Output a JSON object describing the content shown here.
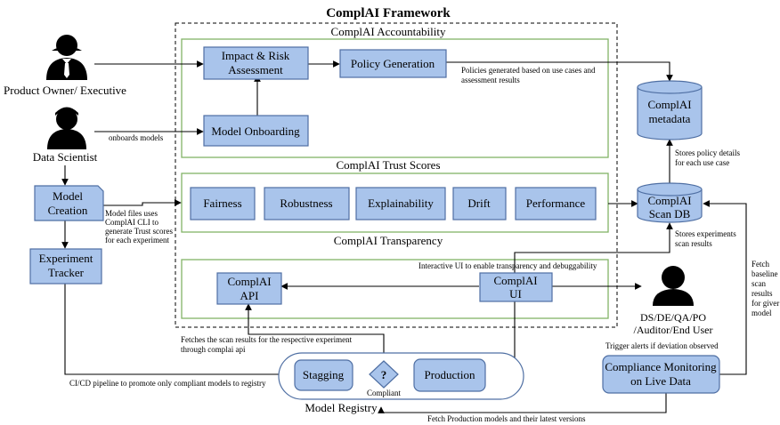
{
  "title": "ComplAI Framework",
  "sections": {
    "accountability": "ComplAI Accountability",
    "trust_scores": "ComplAI Trust Scores",
    "transparency": "ComplAI Transparency"
  },
  "actors": {
    "product_owner": "Product Owner/ Executive",
    "data_scientist": "Data Scientist",
    "end_user_line1": "DS/DE/QA/PO",
    "end_user_line2": "/Auditor/End User"
  },
  "boxes": {
    "impact_line1": "Impact & Risk",
    "impact_line2": "Assessment",
    "policy_generation": "Policy Generation",
    "model_onboarding": "Model Onboarding",
    "fairness": "Fairness",
    "robustness": "Robustness",
    "explainability": "Explainability",
    "drift": "Drift",
    "performance": "Performance",
    "api_line1": "ComplAI",
    "api_line2": "API",
    "ui_line1": "ComplAI",
    "ui_line2": "UI",
    "model_creation_line1": "Model",
    "model_creation_line2": "Creation",
    "tracker_line1": "Experiment",
    "tracker_line2": "Tracker",
    "stagging": "Stagging",
    "decision": "?",
    "compliant": "Compliant",
    "production": "Production",
    "registry": "Model Registry",
    "monitoring_line1": "Compliance Monitoring",
    "monitoring_line2": "on Live Data"
  },
  "databases": {
    "metadata_line1": "ComplAI",
    "metadata_line2": "metadata",
    "scan_line1": "ComplAI",
    "scan_line2": "Scan DB"
  },
  "annotations": {
    "policies_line1": "Policies generated based on use cases and",
    "policies_line2": "assessment results",
    "onboards": "onboards models",
    "stores_policy_line1": "Stores policy details",
    "stores_policy_line2": "for each use case",
    "model_files_line1": "Model files uses",
    "model_files_line2": "ComplAI CLI to",
    "model_files_line3": "generate Trust scores",
    "model_files_line4": "for each experiment",
    "stores_exp_line1": "Stores experiments",
    "stores_exp_line2": "scan results",
    "interactive_ui": "Interactive UI to enable transparency and debuggability",
    "fetch_baseline_line1": "Fetch",
    "fetch_baseline_line2": "baseline",
    "fetch_baseline_line3": "scan",
    "fetch_baseline_line4": "results",
    "fetch_baseline_line5": "for giver",
    "fetch_baseline_line6": "model",
    "fetches_scan_line1": "Fetches the scan results for the respective experiment",
    "fetches_scan_line2": "through complai api",
    "trigger_alerts": "Trigger alerts if deviation observed",
    "cicd": "CI/CD pipeline to promote only compliant models to registry",
    "fetch_production": "Fetch Production models and their latest versions"
  }
}
